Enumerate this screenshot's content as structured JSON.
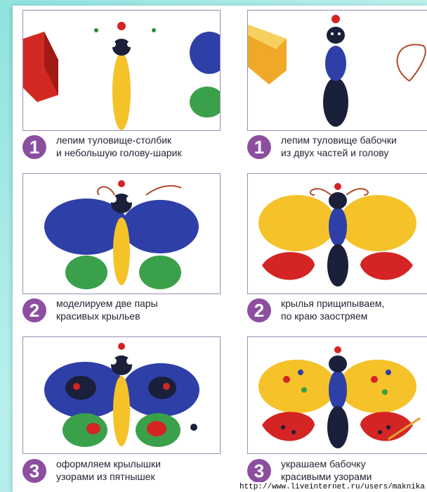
{
  "left_column": [
    {
      "number": "1",
      "line1": "лепим туловище-столбик",
      "line2": "и небольшую голову-шарик"
    },
    {
      "number": "2",
      "line1": "моделируем две пары",
      "line2": "красивых крыльев"
    },
    {
      "number": "3",
      "line1": "оформляем крылышки",
      "line2": "узорами из пятнышек"
    }
  ],
  "right_column": [
    {
      "number": "1",
      "line1": "лепим туловище бабочки",
      "line2": "из двух частей и голову"
    },
    {
      "number": "2",
      "line1": "крылья прищипываем,",
      "line2": "по краю заостряем"
    },
    {
      "number": "3",
      "line1": "украшаем бабочку",
      "line2": "красивыми узорами"
    }
  ],
  "credit": "http://www.liveinternet.ru/users/maknika",
  "colors": {
    "badge": "#8c4fa0",
    "frame": "#9b8ab8",
    "blue": "#2f3fa8",
    "yellow": "#f5c22a",
    "green": "#3aa04a",
    "red": "#d42424"
  }
}
